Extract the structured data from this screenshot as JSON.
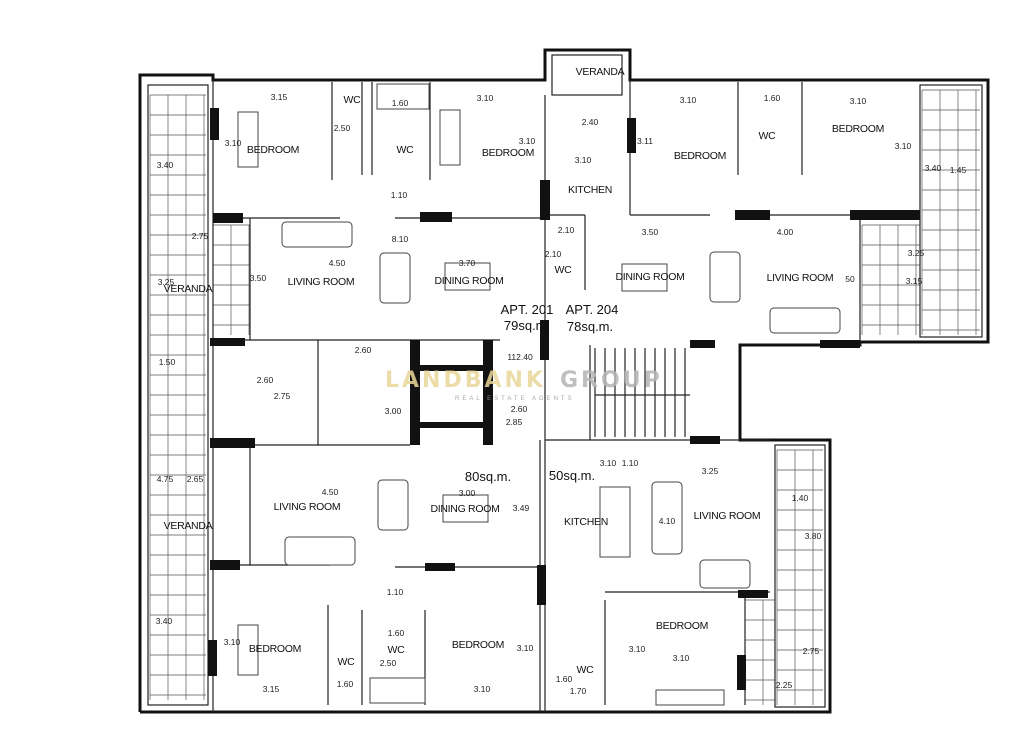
{
  "watermark": {
    "brand_a": "LANDBANK",
    "brand_b": "GROUP",
    "tagline": "REAL ESTATE AGENTS",
    "color_a": "#e8d79a",
    "color_b": "#b5b5b5"
  },
  "apt201": {
    "name": "APT. 201",
    "area": "79sq.m.",
    "rooms": [
      "BEDROOM",
      "BEDROOM",
      "WC",
      "WC",
      "LIVING ROOM",
      "DINING ROOM",
      "VERANDA"
    ],
    "dims": [
      "3.15",
      "3.10",
      "1.60",
      "2.50",
      "1.10",
      "3.40",
      "2.75",
      "3.25",
      "8.10",
      "4.50",
      "3.70",
      "3.50",
      "3.10",
      "3.10",
      "2.60",
      "1.50",
      "2.60",
      "2.75",
      "3.00"
    ]
  },
  "core": {
    "dims": [
      "112.40",
      "2.60",
      "2.85"
    ]
  },
  "apt204": {
    "name": "APT. 204",
    "area": "78sq.m.",
    "rooms": [
      "VERANDA",
      "KITCHEN",
      "WC",
      "DINING ROOM",
      "LIVING ROOM",
      "BEDROOM",
      "BEDROOM",
      "WC"
    ],
    "dims": [
      "2.40",
      "3.10",
      "2.10",
      "2.10",
      "3.50",
      "4.00",
      "3.10",
      "1.60",
      "3.10",
      "3.11",
      "3.10",
      "3.40",
      "1.45",
      "3.25",
      "3.15",
      "50"
    ]
  },
  "apt_lower_left": {
    "area": "80sq.m.",
    "rooms": [
      "VERANDA",
      "LIVING ROOM",
      "DINING ROOM",
      "BEDROOM",
      "WC",
      "WC",
      "BEDROOM"
    ],
    "dims": [
      "4.75",
      "2.65",
      "4.50",
      "3.00",
      "3.49",
      "1.10",
      "3.40",
      "3.10",
      "1.60",
      "2.50",
      "3.10",
      "3.15",
      "1.60",
      "3.10"
    ]
  },
  "apt_lower_right": {
    "area": "50sq.m.",
    "rooms": [
      "KITCHEN",
      "LIVING ROOM",
      "BEDROOM",
      "WC"
    ],
    "dims": [
      "3.10",
      "1.10",
      "3.25",
      "4.10",
      "1.40",
      "3.80",
      "3.10",
      "3.10",
      "1.60",
      "1.70",
      "2.75",
      "2.25"
    ]
  }
}
